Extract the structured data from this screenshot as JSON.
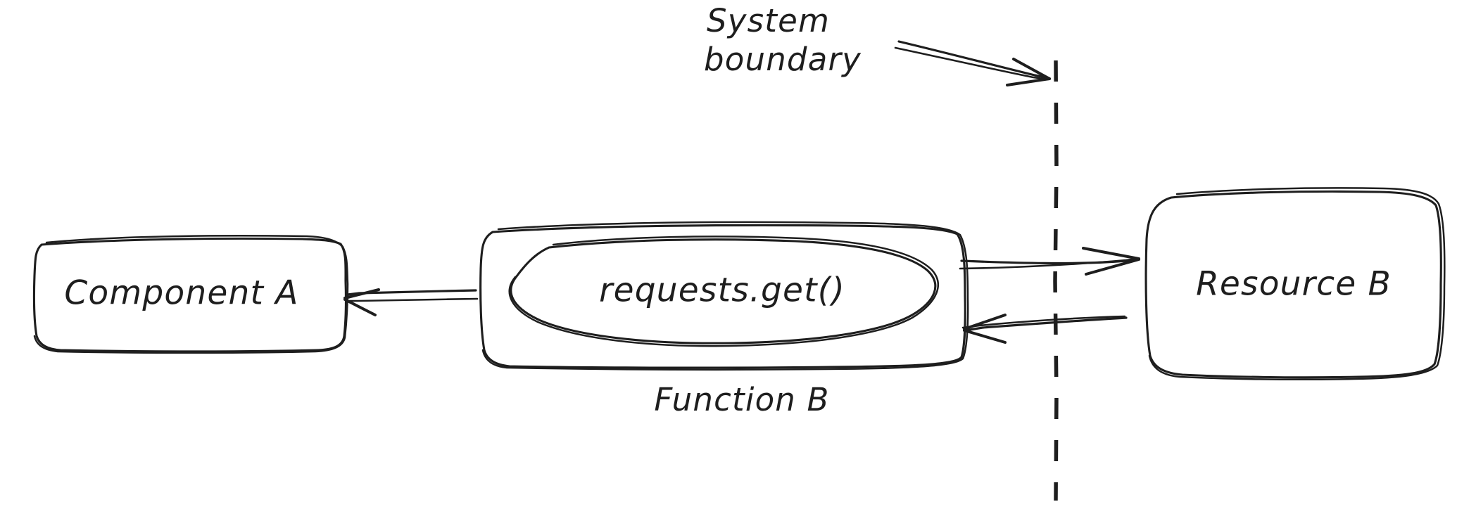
{
  "diagram": {
    "title": "System boundary sequence sketch",
    "style": "hand-drawn sketch",
    "stroke_color": "#1e1e1e",
    "background_color": "#ffffff",
    "nodes": {
      "component_a": {
        "label": "Component A"
      },
      "function_b": {
        "label": "Function B",
        "inner_label": "requests.get()"
      },
      "resource_b": {
        "label": "Resource B"
      }
    },
    "annotations": {
      "system_boundary_line1": "System",
      "system_boundary_line2": "boundary"
    },
    "edges": {
      "fn_to_component": "",
      "fn_to_resource": "",
      "resource_to_fn": "",
      "boundary_pointer": ""
    }
  }
}
